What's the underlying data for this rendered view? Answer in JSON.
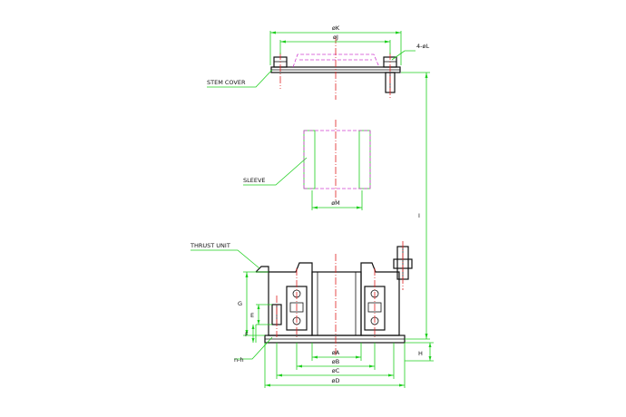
{
  "labels": {
    "stem_cover": "STEM COVER",
    "sleeve": "SLEEVE",
    "thrust_unit": "THRUST UNIT",
    "nh": "n-h",
    "dia_k": "øK",
    "dia_j": "øJ",
    "bolts_l": "4-øL",
    "dia_m": "øM",
    "dia_a": "øA",
    "dia_b": "øB",
    "dia_c": "øC",
    "dia_d": "øD",
    "dim_g": "G",
    "dim_e": "E",
    "dim_f": "F",
    "dim_i": "I",
    "dim_h": "H"
  },
  "colors": {
    "outline": "#111111",
    "dimension": "#1fcf1f",
    "centerline": "#e02020",
    "hidden": "#d040d0"
  }
}
